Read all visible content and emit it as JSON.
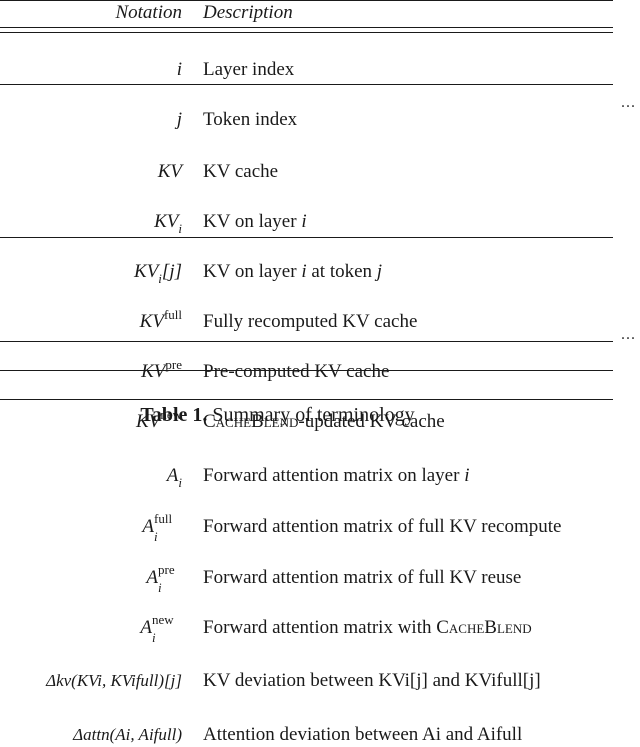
{
  "header": {
    "notation": "Notation",
    "description": "Description"
  },
  "rows": [
    {
      "notation": "i",
      "description": "Layer index"
    },
    {
      "notation": "j",
      "description": "Token index"
    },
    {
      "notation": "KV",
      "description": "KV cache"
    },
    {
      "notation_base": "KV",
      "notation_sub": "i",
      "description": "KV on layer ",
      "description_var": "i"
    },
    {
      "notation_base": "KV",
      "notation_sub": "i",
      "notation_tail": "[j]",
      "description": "KV on layer ",
      "description_var": "i",
      "description_tail": " at token ",
      "description_var2": "j"
    },
    {
      "notation_base": "KV",
      "notation_sup": "full",
      "description": "Fully recomputed KV cache"
    },
    {
      "notation_base": "KV",
      "notation_sup": "pre",
      "description": "Pre-computed KV cache"
    },
    {
      "notation_base": "KV",
      "notation_sup": "new",
      "description_sc": "CacheBlend",
      "description": "-updated KV cache"
    },
    {
      "notation_base": "A",
      "notation_sub": "i",
      "description": "Forward attention matrix on layer ",
      "description_var": "i"
    },
    {
      "notation_base": "A",
      "notation_sup": "full",
      "notation_sub": "i",
      "description": "Forward attention matrix of full KV recompute"
    },
    {
      "notation_base": "A",
      "notation_sup": "pre",
      "notation_sub": "i",
      "description": "Forward attention matrix of full KV reuse"
    },
    {
      "notation_base": "A",
      "notation_sup": "new",
      "notation_sub": "i",
      "description": "Forward attention matrix with ",
      "description_sc": "CacheBlend"
    },
    {
      "notation": "Δkv(KVi, KVifull)[j]",
      "description": "KV deviation between KVi[j] and KVifull[j]"
    },
    {
      "notation": "Δattn(Ai, Aifull)",
      "description": "Attention deviation between Ai and Aifull"
    }
  ],
  "ellipsis": "...",
  "caption": {
    "label": "Table 1.",
    "text": " Summary of terminology"
  }
}
